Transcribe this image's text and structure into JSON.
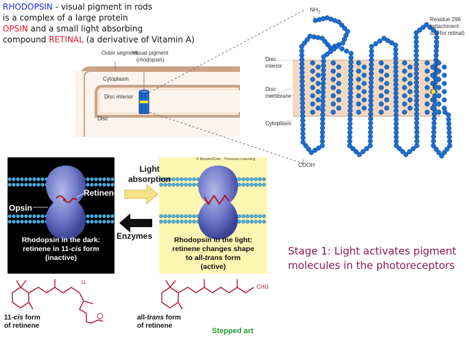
{
  "intro": {
    "line1_keyword": "RHODOPSIN",
    "line1_rest": " - visual pigment in rods",
    "line2": "is a complex of a large protein",
    "line3_keyword": "OPSIN",
    "line3_rest": " and a small light absorbing",
    "line4_start": "compound ",
    "line4_keyword": "RETINAL",
    "line4_rest": " (a derivative of Vitamin A)"
  },
  "rod_diagram": {
    "outer_segment": "Outer segment",
    "visual_pigment": "Visual pigment",
    "rhodopsin_paren": "(rhodopsin)",
    "cytoplasm": "Cytoplasm",
    "disc_interior": "Disc interior",
    "disc": "Disc"
  },
  "protein_diagram": {
    "nh2": "NH",
    "nh2_sub": "2",
    "cooh": "COOH",
    "residue": [
      "Residue 296",
      "(attachment",
      "site for retinal)"
    ],
    "disc_interior": [
      "Disc",
      "interior"
    ],
    "disc_membrane": [
      "Disc",
      "membrane"
    ],
    "cytoplasm": "Cytoplasm"
  },
  "cycle": {
    "credit": "© Brooks/Cole - Thomson Learning",
    "light_absorption": [
      "Light",
      "absorption"
    ],
    "enzymes": "Enzymes",
    "retinence": "Retinence",
    "opsin": "Opsin",
    "dark_caption": {
      "line1": "Rhodopsin in the dark:",
      "line2_pre": "retinene in 11-",
      "line2_italic": "cis",
      "line2_post": " form",
      "line3": "(inactive)"
    },
    "light_caption": {
      "line1": "Rhodopsin in the light:",
      "line2": "retinene changes shape",
      "line3_pre": "to all-",
      "line3_italic": "trans",
      "line3_post": " form",
      "line4": "(active)"
    },
    "cis_form": {
      "pre": "11-",
      "italic": "cis",
      "post": " form",
      "line2": "of retinene"
    },
    "trans_form": {
      "pre": "all-",
      "italic": "trans",
      "post": " form",
      "line2": "of retinene"
    },
    "cho": "CHO",
    "eleven": "11",
    "stepped_art": "Stepped art"
  },
  "stage": {
    "line1": "Stage 1: Light activates pigment",
    "line2": "molecules in the photoreceptors"
  },
  "colors": {
    "red": "#e0141e",
    "blue": "#1c2bd0",
    "stage_text": "#8b1a52",
    "bead_blue": "#1a6fd0",
    "membrane_band": "#f3d9c2",
    "dark_panel": "#000000",
    "light_panel": "#fdf6b3",
    "opsin_purple": "#6f79c8",
    "stepped_green": "#1f9a2e"
  }
}
